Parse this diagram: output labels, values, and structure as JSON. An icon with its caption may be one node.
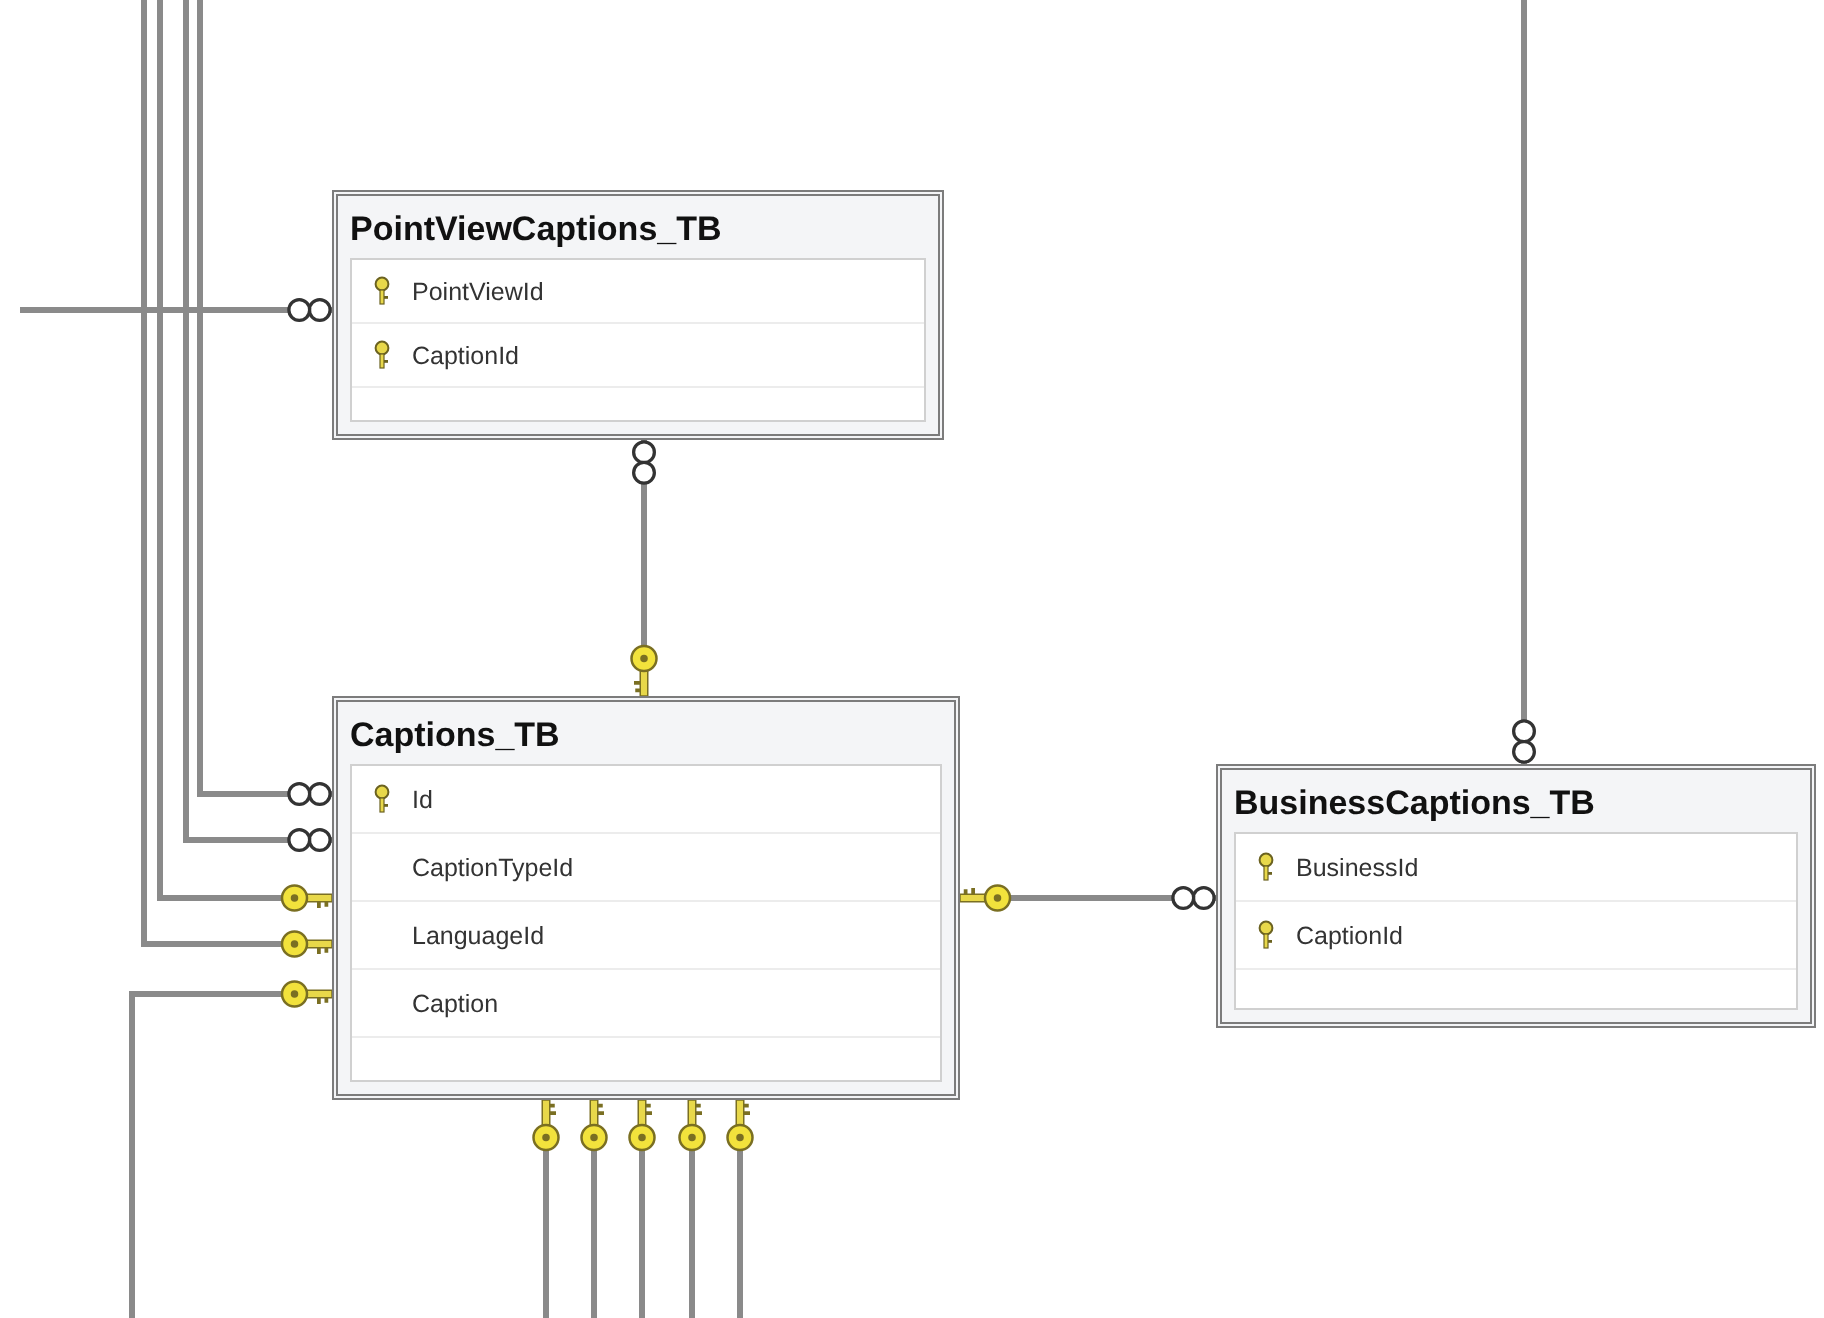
{
  "diagram": {
    "nodes": [
      {
        "text": [
          "PointViewCaptions_TB",
          "PointViewId",
          "CaptionId"
        ]
      },
      {
        "text": [
          "Captions_TB",
          "Id",
          "CaptionTypeId",
          "LanguageId",
          "Caption"
        ]
      },
      {
        "text": [
          "BusinessCaptions_TB",
          "BusinessId",
          "CaptionId"
        ]
      }
    ],
    "edges": [
      {
        "from": 0,
        "to": 1,
        "arrow": "other"
      },
      {
        "from": 1,
        "to": 2,
        "arrow": "other"
      },
      {
        "from": null,
        "to": 0,
        "arrow": "other"
      },
      {
        "from": null,
        "to": 2,
        "arrow": "other"
      },
      {
        "from": null,
        "to": 1,
        "arrow": "other"
      },
      {
        "from": null,
        "to": 1,
        "arrow": "other"
      },
      {
        "from": null,
        "to": 1,
        "arrow": "other"
      },
      {
        "from": null,
        "to": 1,
        "arrow": "other"
      },
      {
        "from": null,
        "to": 1,
        "arrow": "other"
      },
      {
        "from": null,
        "to": 1,
        "arrow": "other"
      },
      {
        "from": null,
        "to": 1,
        "arrow": "other"
      },
      {
        "from": null,
        "to": 1,
        "arrow": "other"
      },
      {
        "from": null,
        "to": 1,
        "arrow": "other"
      },
      {
        "from": null,
        "to": 1,
        "arrow": "other"
      }
    ]
  }
}
